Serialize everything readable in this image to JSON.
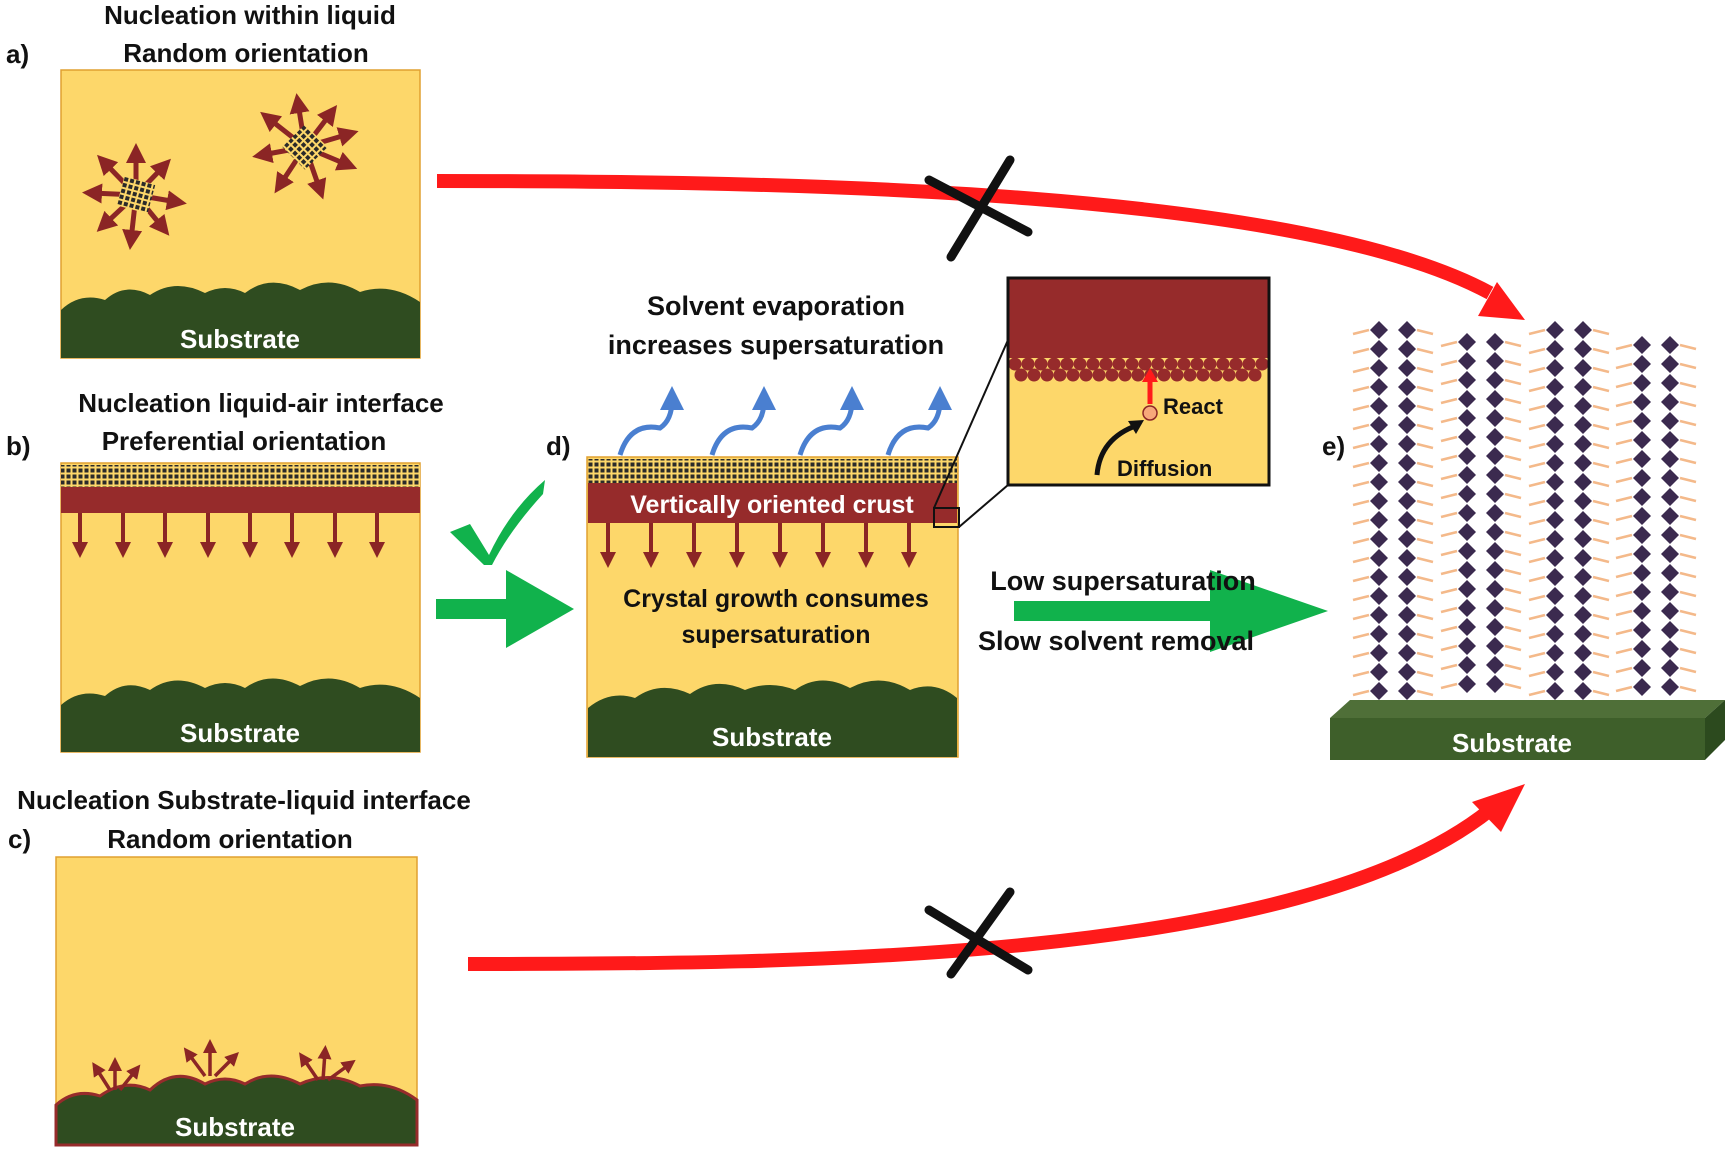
{
  "panels": {
    "a": {
      "letter": "a)",
      "title1": "Nucleation within liquid",
      "title2": "Random orientation",
      "substrate": "Substrate"
    },
    "b": {
      "letter": "b)",
      "title1": "Nucleation liquid-air interface",
      "title2": "Preferential orientation",
      "substrate": "Substrate"
    },
    "c": {
      "letter": "c)",
      "title1": "Nucleation Substrate-liquid interface",
      "title2": "Random orientation",
      "substrate": "Substrate"
    },
    "d": {
      "letter": "d)",
      "title1": "Solvent evaporation",
      "title2": "increases supersaturation",
      "crust": "Vertically oriented crust",
      "growth1": "Crystal growth consumes",
      "growth2": "supersaturation",
      "substrate": "Substrate"
    },
    "e": {
      "letter": "e)",
      "substrate": "Substrate"
    }
  },
  "inset": {
    "react": "React",
    "diffusion": "Diffusion"
  },
  "conditions": {
    "line1": "Low supersaturation",
    "line2": "Slow solvent removal"
  },
  "colors": {
    "liquid": "#fdd76a",
    "substrate": "#2f4c20",
    "crust": "#962b2b",
    "arrow_dark_red": "#8b2525",
    "path_red": "#ff1a1a",
    "green": "#11b24c",
    "blue": "#4a7fd0",
    "crystal": "#3b2a4f",
    "ligand": "#f4b98a"
  },
  "icons": [
    "cross-mark-icon",
    "check-mark-icon"
  ]
}
